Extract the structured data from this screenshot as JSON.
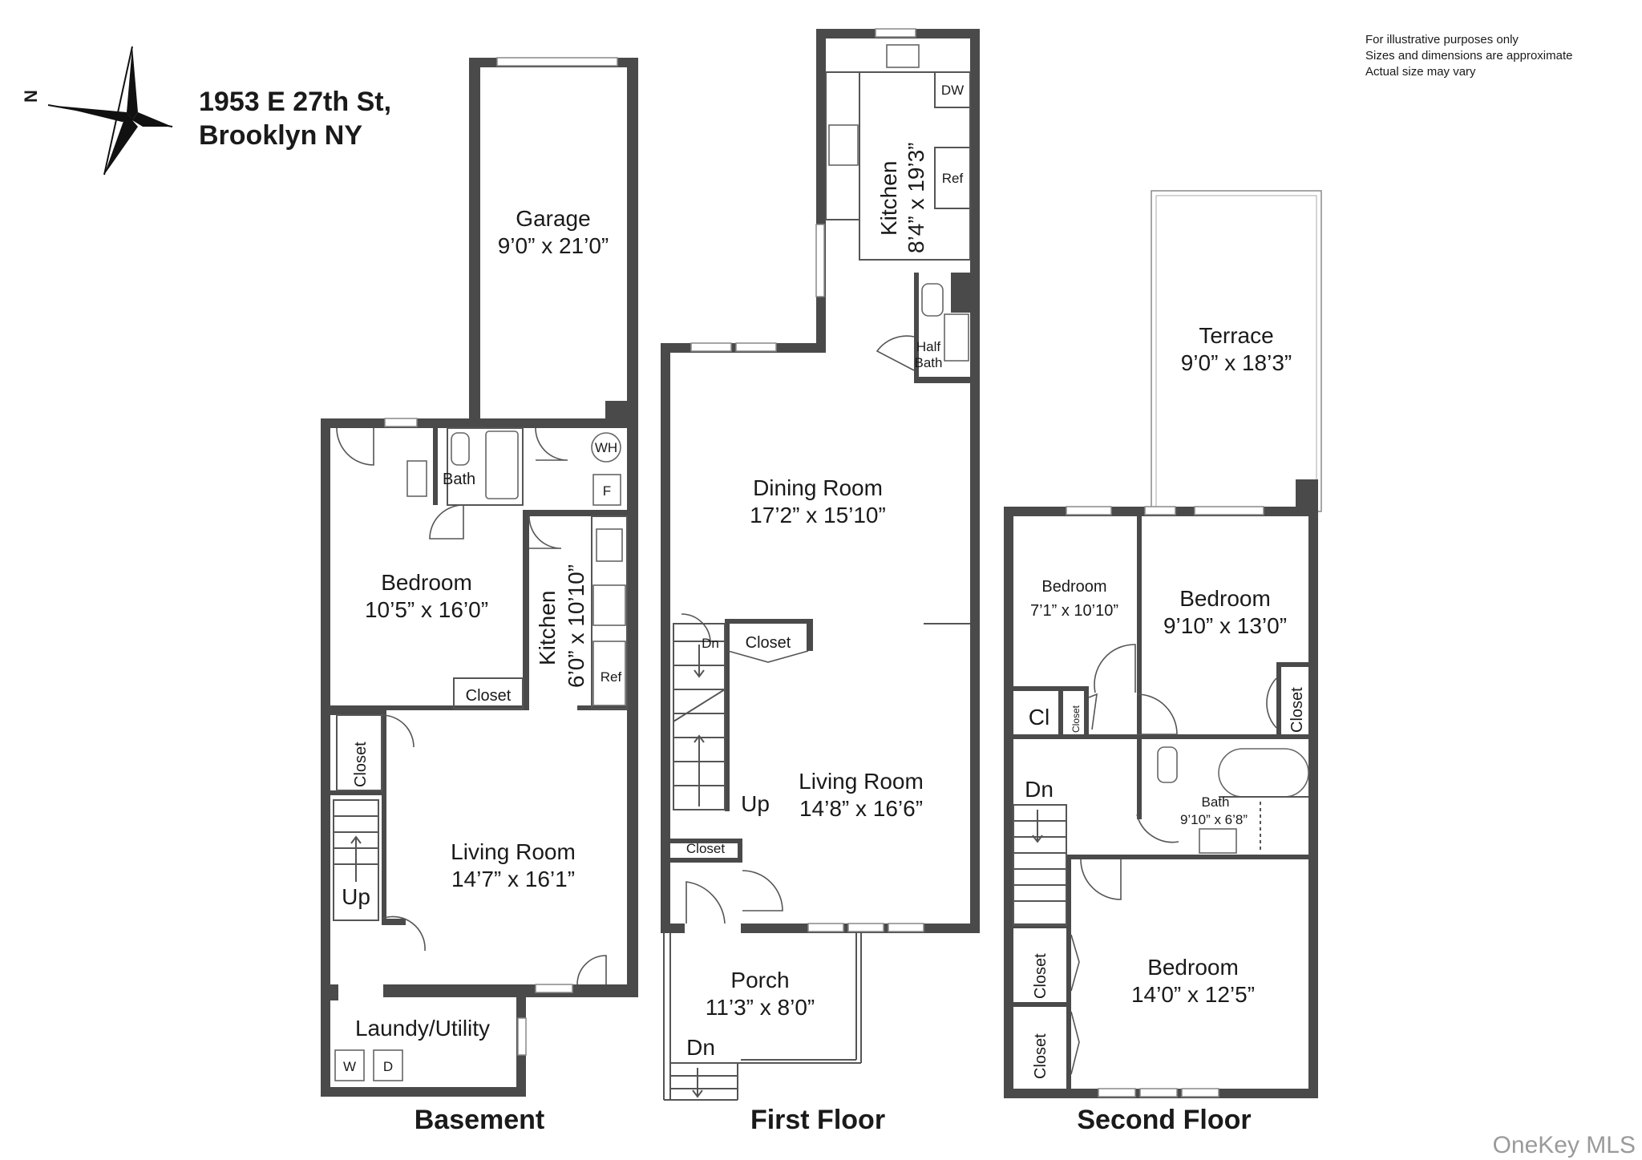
{
  "address": {
    "line1": "1953 E 27th St,",
    "line2": "Brooklyn NY"
  },
  "compass": {
    "label": "N"
  },
  "disclaimer": {
    "line1": "For illustrative purposes only",
    "line2": "Sizes and dimensions are approximate",
    "line3": "Actual size may vary"
  },
  "floors": {
    "basement": {
      "title": "Basement",
      "garage": {
        "name": "Garage",
        "size": "9’0” x 21’0”"
      },
      "bath": {
        "name": "Bath"
      },
      "water_heater": "WH",
      "furnace": "F",
      "bedroom": {
        "name": "Bedroom",
        "size": "10’5” x 16’0”"
      },
      "kitchen": {
        "name": "Kitchen",
        "size": "6’0” x 10’10”"
      },
      "ref": "Ref",
      "closet_a": "Closet",
      "closet_b": "Closet",
      "living": {
        "name": "Living Room",
        "size": "14’7” x 16’1”"
      },
      "stairs": "Up",
      "laundry": {
        "name": "Laundy/Utility",
        "washer": "W",
        "dryer": "D"
      }
    },
    "first": {
      "title": "First Floor",
      "kitchen": {
        "name": "Kitchen",
        "size": "8’4” x 19’3”"
      },
      "dw": "DW",
      "ref": "Ref",
      "half_bath": {
        "line1": "Half",
        "line2": "Bath"
      },
      "dining": {
        "name": "Dining Room",
        "size": "17’2” x 15’10”"
      },
      "closet": "Closet",
      "stairs_dn": "Dn",
      "stairs_up": "Up",
      "living": {
        "name": "Living Room",
        "size": "14’8” x 16’6”"
      },
      "closet_small": "Closet",
      "porch": {
        "name": "Porch",
        "size": "11’3” x 8’0”",
        "dn": "Dn"
      }
    },
    "second": {
      "title": "Second Floor",
      "terrace": {
        "name": "Terrace",
        "size": "9’0” x 18’3”"
      },
      "bedroom_a": {
        "name": "Bedroom",
        "size": "7’1” x 10’10”"
      },
      "bedroom_b": {
        "name": "Bedroom",
        "size": "9’10” x 13’0”"
      },
      "cl": "Cl",
      "closet_tiny": "Closet",
      "closet_b": "Closet",
      "stairs_dn": "Dn",
      "bath": {
        "name": "Bath",
        "size": "9’10” x 6’8”"
      },
      "bedroom_c": {
        "name": "Bedroom",
        "size": "14’0” x 12’5”"
      },
      "closet_c1": "Closet",
      "closet_c2": "Closet"
    }
  },
  "watermark": "OneKey MLS"
}
